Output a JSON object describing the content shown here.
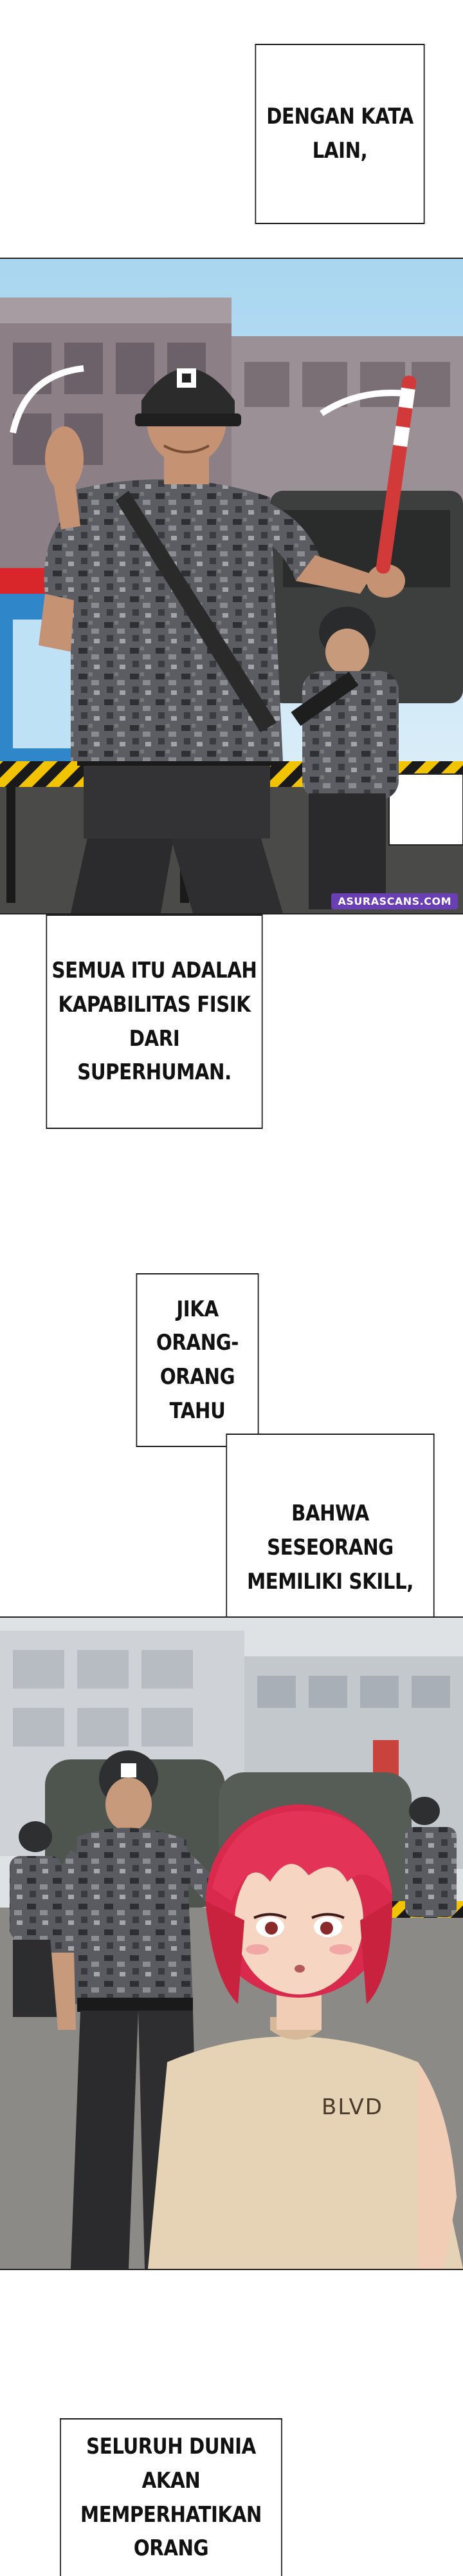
{
  "captions": {
    "c1": "DENGAN KATA\nLAIN,",
    "c2": "SEMUA ITU ADALAH\nKAPABILITAS FISIK DARI\nSUPERHUMAN.",
    "c3": "JIKA ORANG-\nORANG TAHU",
    "c4": "BAHWA SESEORANG\nMEMILIKI SKILL,",
    "c5": "SELURUH DUNIA AKAN\nMEMPERHATIKAN ORANG"
  },
  "panel1": {
    "watermark": "ASURASCANS.COM"
  },
  "panel2": {
    "shirt_text": "BLVD"
  }
}
